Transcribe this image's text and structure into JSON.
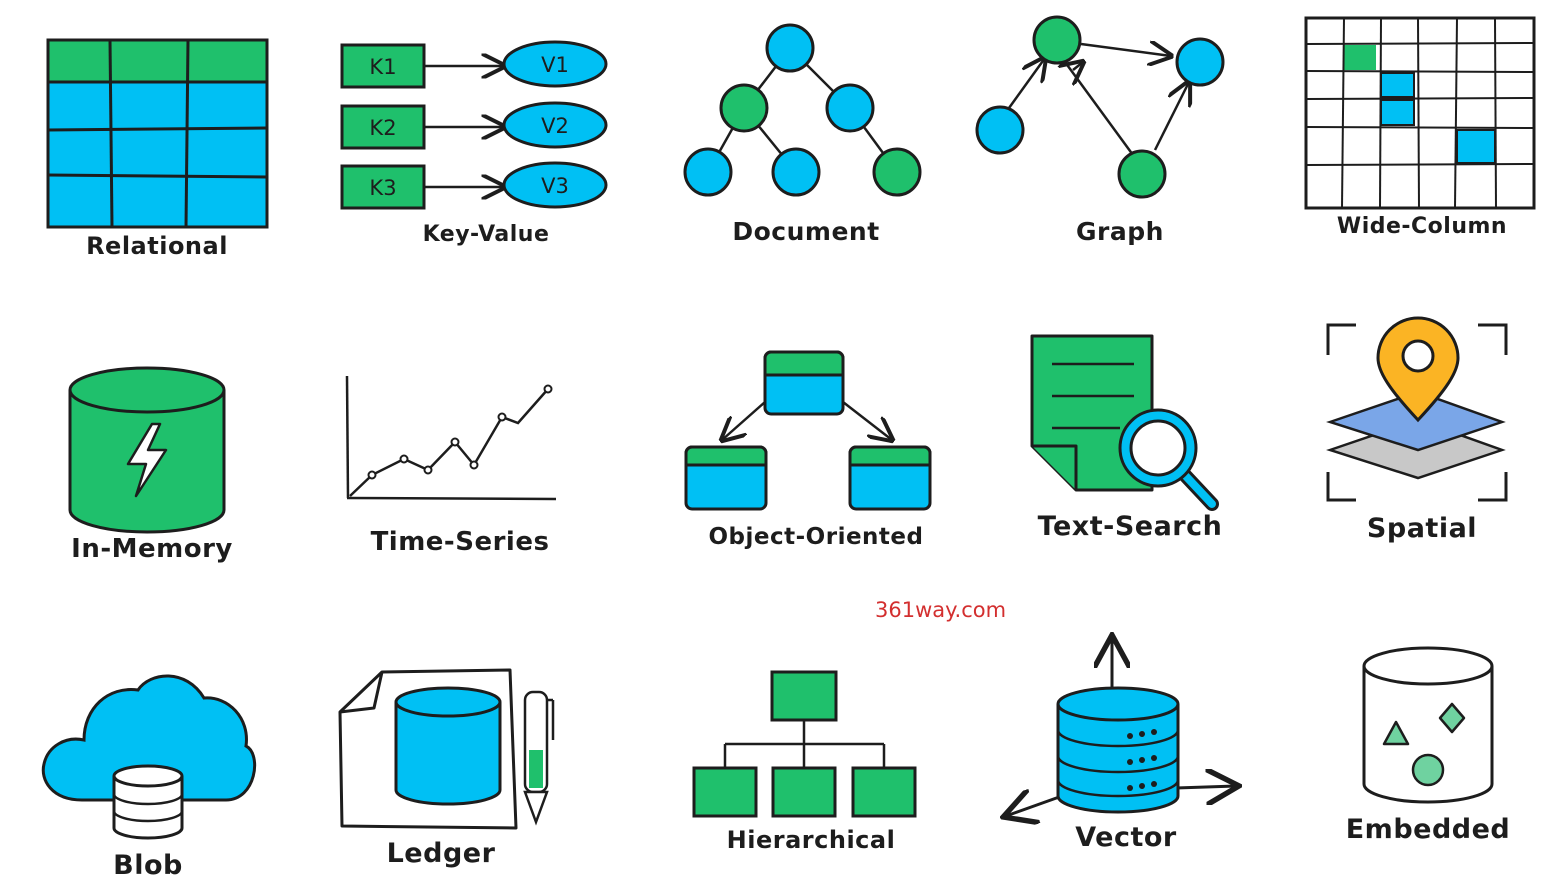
{
  "colors": {
    "green": "#1fc06c",
    "blue": "#00c0f4",
    "outline": "#1d1d1d",
    "pin": "#fbb424",
    "gray": "#c8c8c8",
    "watermark": "#d32f2f"
  },
  "watermark": "361way.com",
  "labels": {
    "relational": "Relational",
    "key_value": "Key-Value",
    "document": "Document",
    "graph": "Graph",
    "wide_column": "Wide-Column",
    "in_memory": "In-Memory",
    "time_series": "Time-Series",
    "object_oriented": "Object-Oriented",
    "text_search": "Text-Search",
    "spatial": "Spatial",
    "blob": "Blob",
    "ledger": "Ledger",
    "hierarchical": "Hierarchical",
    "vector": "Vector",
    "embedded": "Embedded"
  },
  "key_value": {
    "keys": [
      "K1",
      "K2",
      "K3"
    ],
    "values": [
      "V1",
      "V2",
      "V3"
    ]
  },
  "icons": {
    "relational": "table-icon",
    "key_value": "key-value-icon",
    "document": "tree-icon",
    "graph": "graph-icon",
    "wide_column": "grid-icon",
    "in_memory": "lightning-cylinder-icon",
    "time_series": "line-chart-icon",
    "object_oriented": "object-hierarchy-icon",
    "text_search": "document-magnifier-icon",
    "spatial": "map-pin-layers-icon",
    "blob": "cloud-database-icon",
    "ledger": "ledger-pen-icon",
    "hierarchical": "org-chart-icon",
    "vector": "database-axes-icon",
    "embedded": "shapes-cylinder-icon"
  }
}
